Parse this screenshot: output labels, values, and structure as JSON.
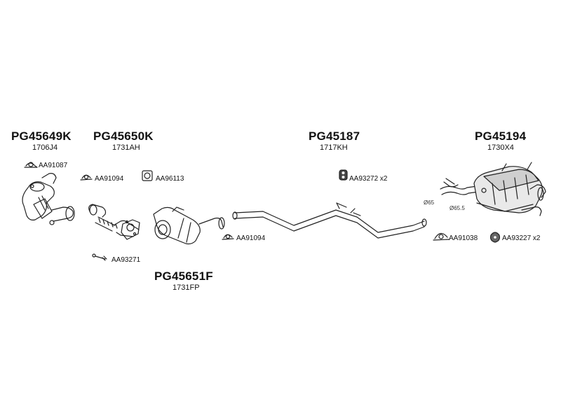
{
  "groups": [
    {
      "code": "PG45649K",
      "oem": "1706J4"
    },
    {
      "code": "PG45650K",
      "oem": "1731AH"
    },
    {
      "code": "PG45187",
      "oem": "1717KH"
    },
    {
      "code": "PG45194",
      "oem": "1730X4"
    },
    {
      "code": "PG45651F",
      "oem": "1731FP"
    }
  ],
  "parts": [
    {
      "label": "AA91087"
    },
    {
      "label": "AA91094"
    },
    {
      "label": "AA96113"
    },
    {
      "label": "AA93272 x2"
    },
    {
      "label": "AA91094"
    },
    {
      "label": "AA93271"
    },
    {
      "label": "AA91038"
    },
    {
      "label": "AA93227 x2"
    }
  ],
  "dimensions": [
    "Ø65",
    "Ø65.5"
  ]
}
